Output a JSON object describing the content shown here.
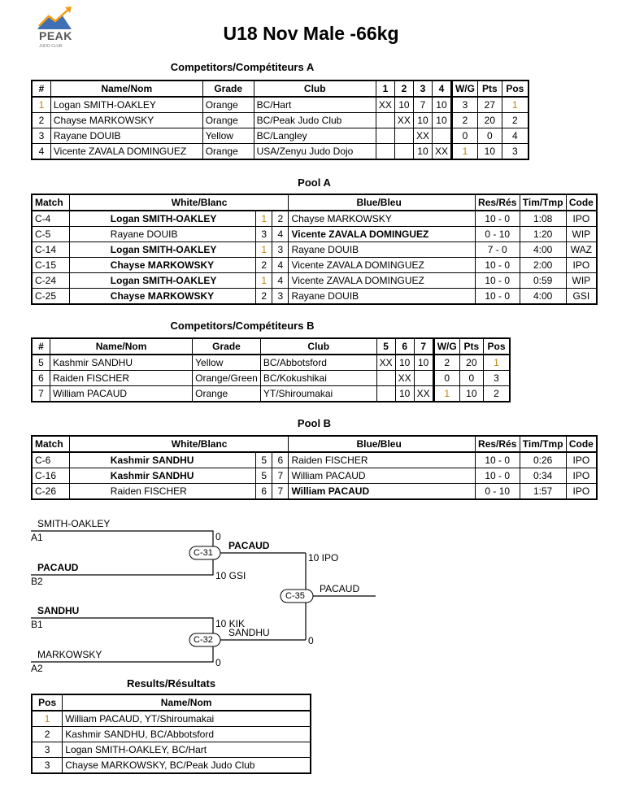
{
  "logo": {
    "name": "PEAK",
    "sub": "JUDO CLUB"
  },
  "title": "U18 Nov Male -66kg",
  "compA": {
    "heading": "Competitors/Compétiteurs A",
    "headers": [
      "#",
      "Name/Nom",
      "Grade",
      "Club",
      "1",
      "2",
      "3",
      "4",
      "W/G",
      "Pts",
      "Pos"
    ],
    "rows": [
      {
        "num": "1",
        "name": "Logan SMITH-OAKLEY",
        "grade": "Orange",
        "club": "BC/Hart",
        "r1": "XX",
        "r2": "10",
        "r3": "7",
        "r4": "10",
        "wg": "3",
        "pts": "27",
        "pos": "1"
      },
      {
        "num": "2",
        "name": "Chayse MARKOWSKY",
        "grade": "Orange",
        "club": "BC/Peak Judo Club",
        "r1": "",
        "r2": "XX",
        "r3": "10",
        "r4": "10",
        "wg": "2",
        "pts": "20",
        "pos": "2"
      },
      {
        "num": "3",
        "name": "Rayane DOUIB",
        "grade": "Yellow",
        "club": "BC/Langley",
        "r1": "",
        "r2": "",
        "r3": "XX",
        "r4": "",
        "wg": "0",
        "pts": "0",
        "pos": "4"
      },
      {
        "num": "4",
        "name": "Vicente ZAVALA DOMINGUEZ",
        "grade": "Orange",
        "club": "USA/Zenyu Judo Dojo",
        "r1": "",
        "r2": "",
        "r3": "10",
        "r4": "XX",
        "wg": "1",
        "pts": "10",
        "pos": "3"
      }
    ]
  },
  "poolA": {
    "heading": "Pool A",
    "headers": {
      "match": "Match",
      "white": "White/Blanc",
      "blue": "Blue/Bleu",
      "res": "Res/Rés",
      "time": "Tim/Tmp",
      "code": "Code"
    },
    "rows": [
      {
        "match": "C-4",
        "white": "Logan SMITH-OAKLEY",
        "wn": "1",
        "bn": "2",
        "blue": "Chayse MARKOWSKY",
        "res": "10 - 0",
        "time": "1:08",
        "code": "IPO",
        "winner": "white"
      },
      {
        "match": "C-5",
        "white": "Rayane DOUIB",
        "wn": "3",
        "bn": "4",
        "blue": "Vicente ZAVALA DOMINGUEZ",
        "res": "0 - 10",
        "time": "1:20",
        "code": "WIP",
        "winner": "blue"
      },
      {
        "match": "C-14",
        "white": "Logan SMITH-OAKLEY",
        "wn": "1",
        "bn": "3",
        "blue": "Rayane DOUIB",
        "res": "7 - 0",
        "time": "4:00",
        "code": "WAZ",
        "winner": "white"
      },
      {
        "match": "C-15",
        "white": "Chayse MARKOWSKY",
        "wn": "2",
        "bn": "4",
        "blue": "Vicente ZAVALA DOMINGUEZ",
        "res": "10 - 0",
        "time": "2:00",
        "code": "IPO",
        "winner": "white"
      },
      {
        "match": "C-24",
        "white": "Logan SMITH-OAKLEY",
        "wn": "1",
        "bn": "4",
        "blue": "Vicente ZAVALA DOMINGUEZ",
        "res": "10 - 0",
        "time": "0:59",
        "code": "WIP",
        "winner": "white"
      },
      {
        "match": "C-25",
        "white": "Chayse MARKOWSKY",
        "wn": "2",
        "bn": "3",
        "blue": "Rayane DOUIB",
        "res": "10 - 0",
        "time": "4:00",
        "code": "GSI",
        "winner": "white"
      }
    ]
  },
  "compB": {
    "heading": "Competitors/Compétiteurs B",
    "headers": [
      "#",
      "Name/Nom",
      "Grade",
      "Club",
      "5",
      "6",
      "7",
      "W/G",
      "Pts",
      "Pos"
    ],
    "rows": [
      {
        "num": "5",
        "name": "Kashmir SANDHU",
        "grade": "Yellow",
        "club": "BC/Abbotsford",
        "r1": "XX",
        "r2": "10",
        "r3": "10",
        "wg": "2",
        "pts": "20",
        "pos": "1"
      },
      {
        "num": "6",
        "name": "Raiden FISCHER",
        "grade": "Orange/Green",
        "club": "BC/Kokushikai",
        "r1": "",
        "r2": "XX",
        "r3": "",
        "wg": "0",
        "pts": "0",
        "pos": "3"
      },
      {
        "num": "7",
        "name": "William PACAUD",
        "grade": "Orange",
        "club": "YT/Shiroumakai",
        "r1": "",
        "r2": "10",
        "r3": "XX",
        "wg": "1",
        "pts": "10",
        "pos": "2"
      }
    ]
  },
  "poolB": {
    "heading": "Pool B",
    "rows": [
      {
        "match": "C-6",
        "white": "Kashmir SANDHU",
        "wn": "5",
        "bn": "6",
        "blue": "Raiden FISCHER",
        "res": "10 - 0",
        "time": "0:26",
        "code": "IPO",
        "winner": "white"
      },
      {
        "match": "C-16",
        "white": "Kashmir SANDHU",
        "wn": "5",
        "bn": "7",
        "blue": "William PACAUD",
        "res": "10 - 0",
        "time": "0:34",
        "code": "IPO",
        "winner": "white"
      },
      {
        "match": "C-26",
        "white": "Raiden FISCHER",
        "wn": "6",
        "bn": "7",
        "blue": "William PACAUD",
        "res": "0 - 10",
        "time": "1:57",
        "code": "IPO",
        "winner": "blue"
      }
    ]
  },
  "bracket": {
    "sf1": {
      "match": "C-31",
      "top_name": "SMITH-OAKLEY",
      "top_seed": "A1",
      "top_score": "0",
      "bot_name": "PACAUD",
      "bot_seed": "B2",
      "bot_score": "10 GSI",
      "winner": "PACAUD"
    },
    "sf2": {
      "match": "C-32",
      "top_name": "SANDHU",
      "top_seed": "B1",
      "top_score": "10 KIK",
      "bot_name": "MARKOWSKY",
      "bot_seed": "A2",
      "bot_score": "0",
      "winner": "SANDHU"
    },
    "final": {
      "match": "C-35",
      "top_score": "10 IPO",
      "bot_score": "0",
      "winner": "PACAUD"
    }
  },
  "results": {
    "heading": "Results/Résultats",
    "headers": [
      "Pos",
      "Name/Nom"
    ],
    "rows": [
      {
        "pos": "1",
        "name": "William PACAUD, YT/Shiroumakai"
      },
      {
        "pos": "2",
        "name": "Kashmir SANDHU, BC/Abbotsford"
      },
      {
        "pos": "3",
        "name": "Logan SMITH-OAKLEY, BC/Hart"
      },
      {
        "pos": "3",
        "name": "Chayse MARKOWSKY, BC/Peak Judo Club"
      }
    ]
  }
}
